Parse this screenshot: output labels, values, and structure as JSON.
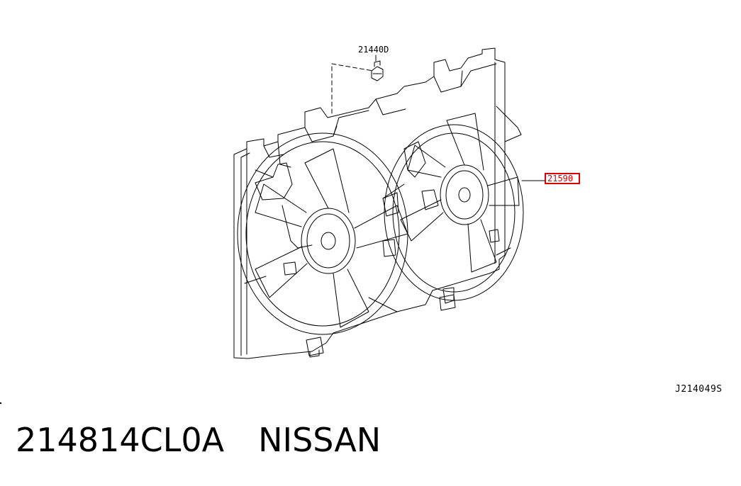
{
  "callouts": {
    "bolt": "21440D",
    "fan_assembly": "21590"
  },
  "drawing_number": "J214049S",
  "footer": {
    "part_number": "214814CL0A",
    "brand": "NISSAN"
  },
  "colors": {
    "line": "#000000",
    "highlight": "#e00000",
    "background": "#ffffff"
  }
}
